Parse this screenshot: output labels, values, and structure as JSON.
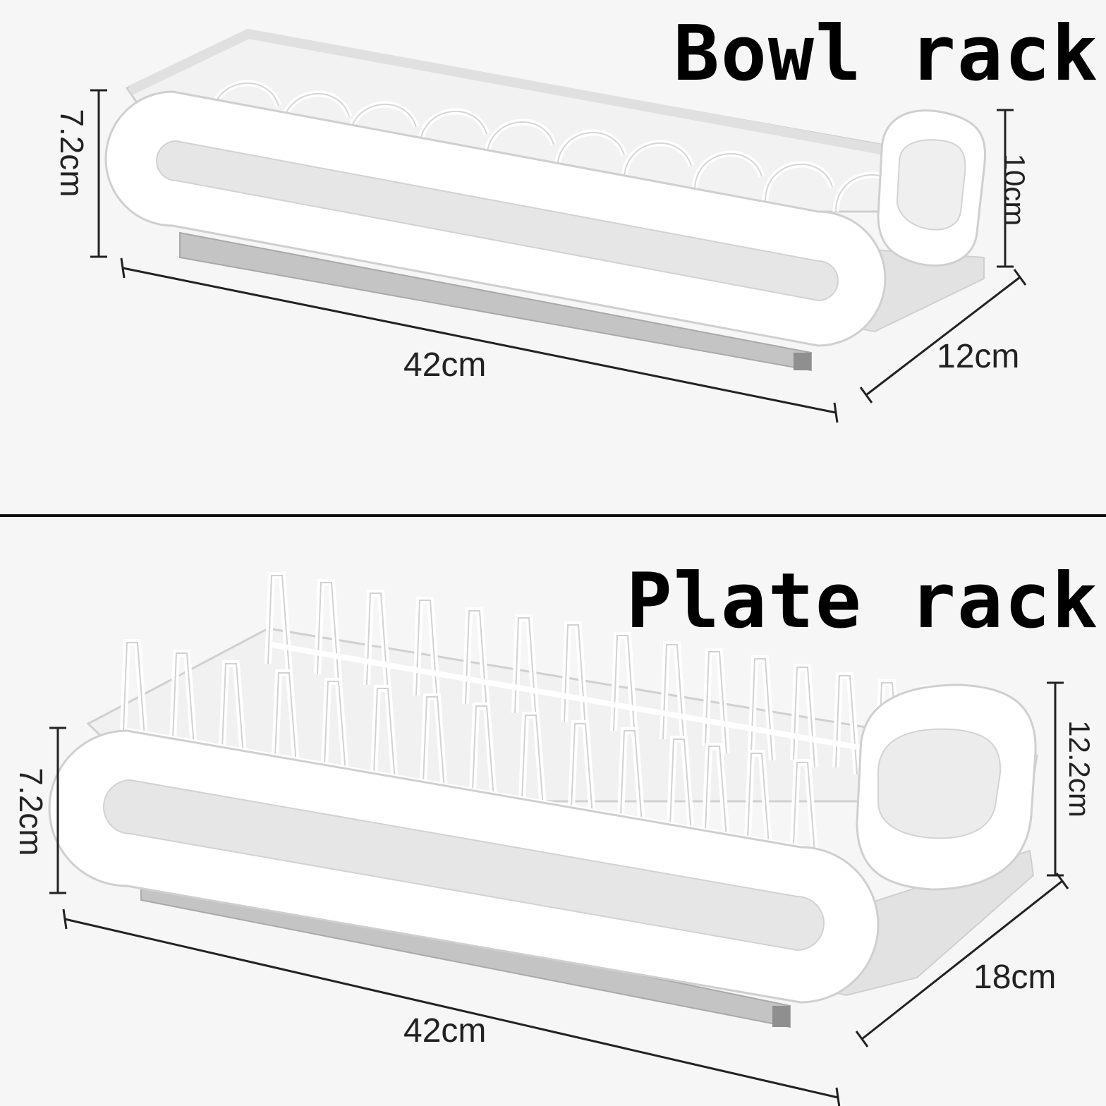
{
  "bowl_rack": {
    "title": "Bowl rack",
    "dim_width": "42cm",
    "dim_depth": "12cm",
    "dim_height_left": "7.2cm",
    "dim_height_right": "10cm"
  },
  "plate_rack": {
    "title": "Plate rack",
    "dim_width": "42cm",
    "dim_depth": "18cm",
    "dim_height_left": "7.2cm",
    "dim_height_right": "12.2cm"
  },
  "colors": {
    "background": "#f6f6f6",
    "rack_white": "#ffffff",
    "rack_outline": "#cfcfcf",
    "tray_gray": "#d9d9d9",
    "rail_gray": "#b5b5b5",
    "divider": "#111111",
    "dimension_line": "#222222"
  }
}
